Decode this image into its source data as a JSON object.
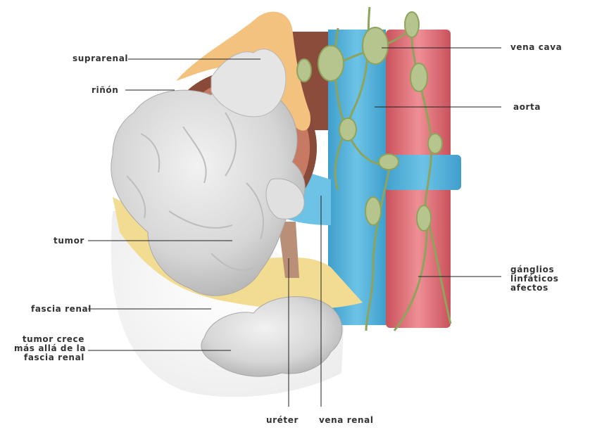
{
  "colors": {
    "tumor": "#dcdcdc",
    "adrenal": "#f4c27f",
    "fat": "#f2dc91",
    "vena_cava": "#56b2da",
    "aorta": "#e0727a",
    "lymph": "#b6c48e",
    "kidney": "#8a4a3a",
    "line": "#222222"
  },
  "labels": {
    "suprarenal": "suprarenal",
    "rinon": "riñón",
    "tumor": "tumor",
    "fascia_renal": "fascia renal",
    "tumor_crece": [
      "tumor crece",
      "más allá de la",
      "fascia renal"
    ],
    "ureter": "uréter",
    "vena_renal": "vena renal",
    "vena_cava": "vena cava",
    "aorta": "aorta",
    "ganglios": [
      "gánglios",
      "linfáticos",
      "afectos"
    ]
  }
}
